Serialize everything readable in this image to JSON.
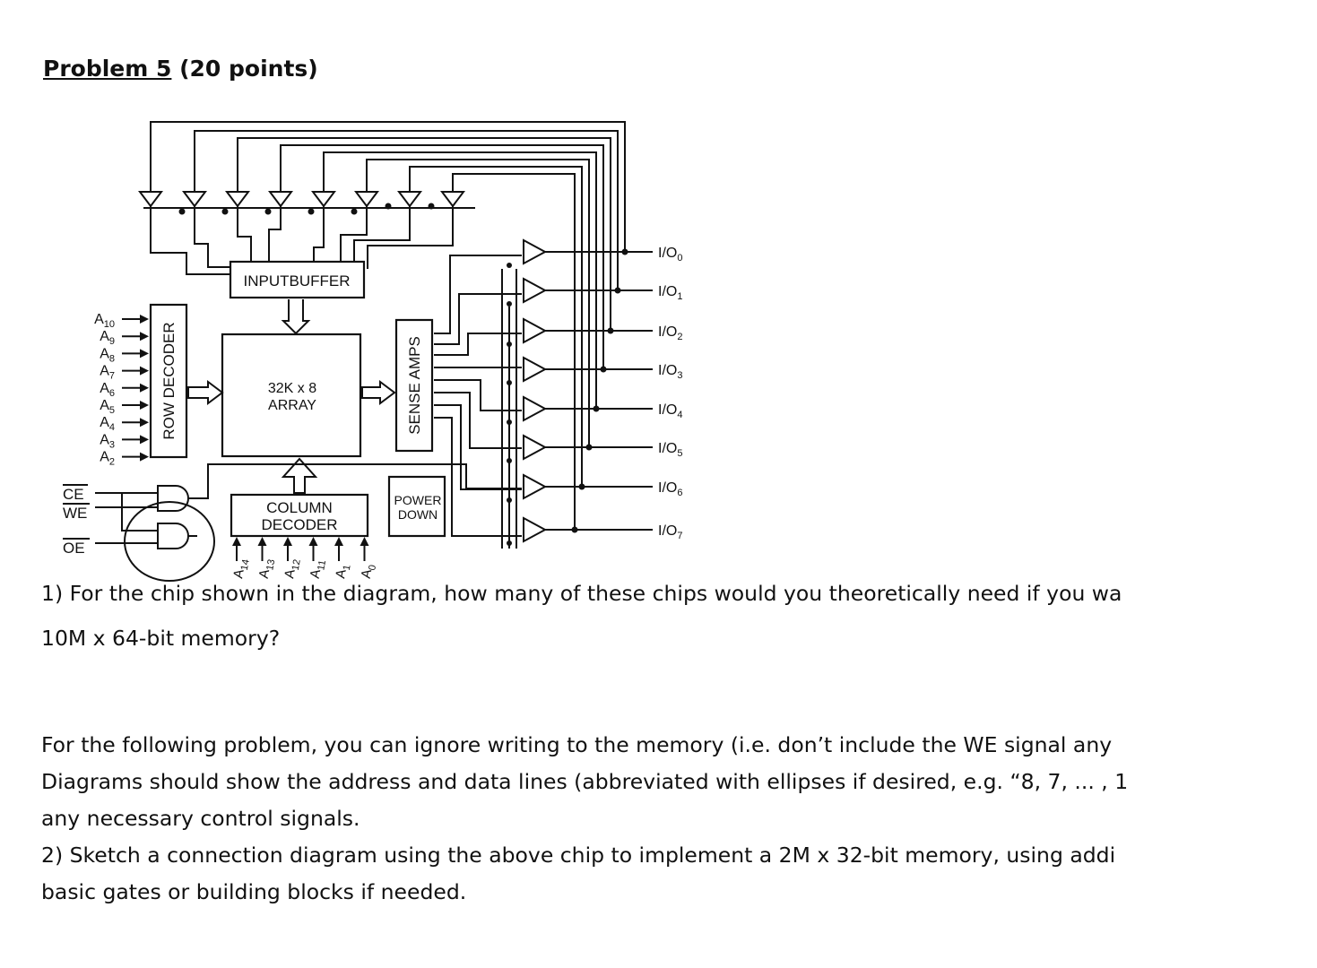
{
  "problem": {
    "title_underlined": "Problem 5",
    "title_rest": " (20 points)"
  },
  "diagram": {
    "blocks": {
      "input_buffer": "INPUTBUFFER",
      "row_decoder": "ROW DECODER",
      "array_line1": "32K x 8",
      "array_line2": "ARRAY",
      "sense_amps": "SENSE AMPS",
      "column_decoder_line1": "COLUMN",
      "column_decoder_line2": "DECODER",
      "power_down_line1": "POWER",
      "power_down_line2": "DOWN"
    },
    "row_address": [
      {
        "base": "A",
        "sub": "10"
      },
      {
        "base": "A",
        "sub": "9"
      },
      {
        "base": "A",
        "sub": "8"
      },
      {
        "base": "A",
        "sub": "7"
      },
      {
        "base": "A",
        "sub": "6"
      },
      {
        "base": "A",
        "sub": "5"
      },
      {
        "base": "A",
        "sub": "4"
      },
      {
        "base": "A",
        "sub": "3"
      },
      {
        "base": "A",
        "sub": "2"
      }
    ],
    "column_address": [
      {
        "base": "A",
        "sub": "14"
      },
      {
        "base": "A",
        "sub": "13"
      },
      {
        "base": "A",
        "sub": "12"
      },
      {
        "base": "A",
        "sub": "11"
      },
      {
        "base": "A",
        "sub": "1"
      },
      {
        "base": "A",
        "sub": "0"
      }
    ],
    "control": [
      "CE",
      "WE",
      "OE"
    ],
    "io": [
      {
        "base": "I/O",
        "sub": "0"
      },
      {
        "base": "I/O",
        "sub": "1"
      },
      {
        "base": "I/O",
        "sub": "2"
      },
      {
        "base": "I/O",
        "sub": "3"
      },
      {
        "base": "I/O",
        "sub": "4"
      },
      {
        "base": "I/O",
        "sub": "5"
      },
      {
        "base": "I/O",
        "sub": "6"
      },
      {
        "base": "I/O",
        "sub": "7"
      }
    ]
  },
  "questions": {
    "q1_line1": "1) For the chip shown in the diagram, how many of these chips would you theoretically need if you wa",
    "q1_line2": "10M x 64-bit memory?",
    "intro_line1": "For the following problem, you can ignore writing to the memory (i.e. don’t include the WE signal any",
    "intro_line2": "Diagrams should show the address and data lines (abbreviated with ellipses if desired, e.g. “8, 7, ... , 1",
    "intro_line3": "any necessary control signals.",
    "q2_line1": "2) Sketch a connection diagram using the above chip to implement a 2M x 32-bit memory, using addi",
    "q2_line2": "basic gates or building blocks if needed."
  }
}
